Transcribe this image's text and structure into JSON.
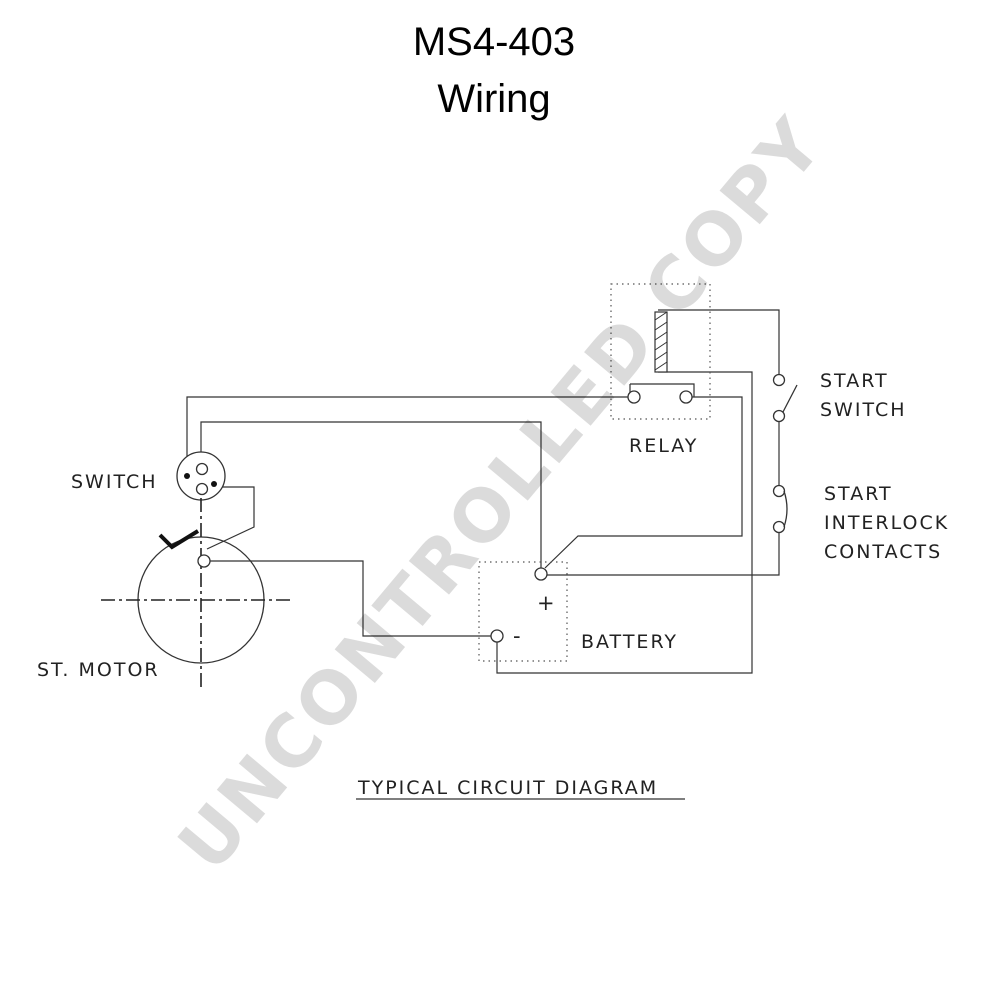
{
  "title": {
    "line1": "MS4-403",
    "line2": "Wiring"
  },
  "labels": {
    "switch": "SWITCH",
    "st_motor": "ST. MOTOR",
    "relay": "RELAY",
    "battery": "BATTERY",
    "battery_plus": "+",
    "battery_minus": "-",
    "start_switch_1": "START",
    "start_switch_2": "SWITCH",
    "interlock_1": "START",
    "interlock_2": "INTERLOCK",
    "interlock_3": "CONTACTS"
  },
  "caption": "TYPICAL CIRCUIT DIAGRAM",
  "watermark": "UNCONTROLLED COPY"
}
